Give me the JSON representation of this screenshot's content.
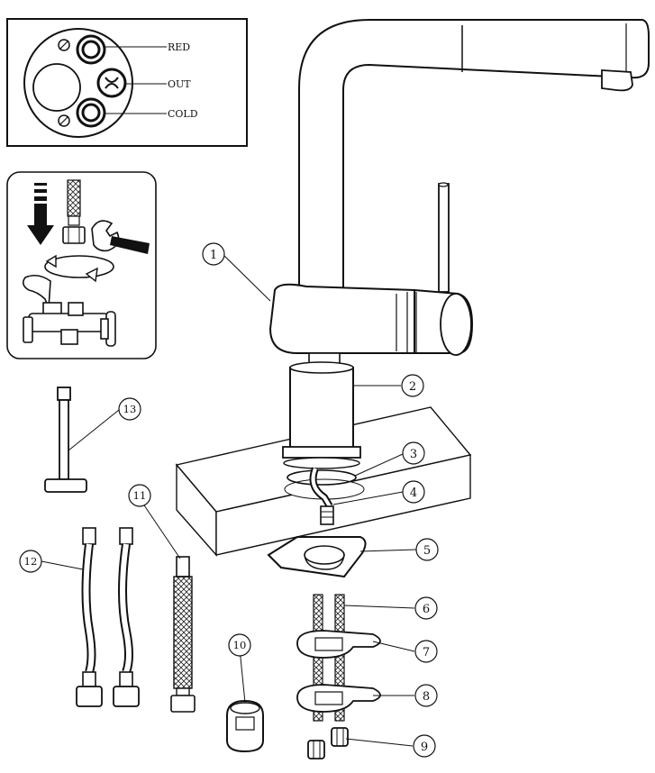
{
  "inlet_diagram": {
    "red_label": "RED",
    "out_label": "OUT",
    "cold_label": "COLD"
  },
  "callouts": [
    "1",
    "2",
    "3",
    "4",
    "5",
    "6",
    "7",
    "8",
    "9",
    "10",
    "11",
    "12",
    "13"
  ]
}
